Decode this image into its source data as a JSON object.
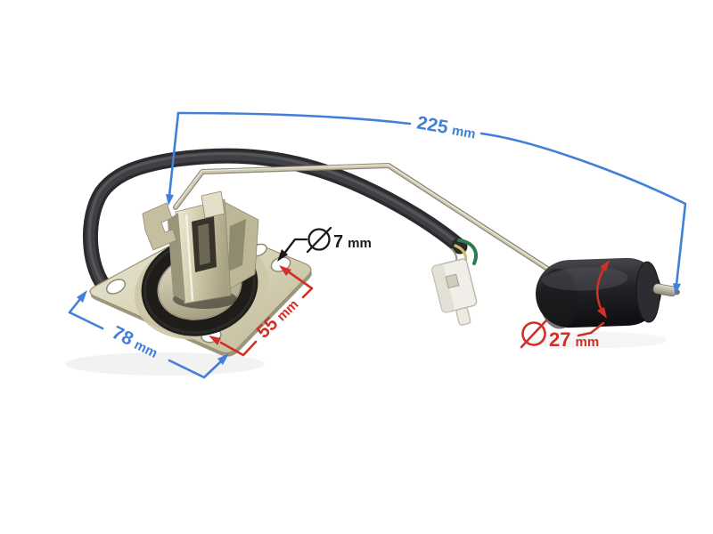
{
  "image": {
    "type": "product photo with dimension callouts",
    "subject": "fuel level sensor sender unit with float arm",
    "background_color": "#ffffff"
  },
  "colors": {
    "dimension_blue": "#4080d8",
    "dimension_red": "#d03126",
    "dimension_black": "#1a1a1a"
  },
  "annotations": {
    "arm_length": {
      "value": "225",
      "unit": "mm"
    },
    "mount_hole_diameter": {
      "has_diameter_symbol": true,
      "value": "7",
      "unit": "mm"
    },
    "hole_spacing": {
      "value": "55",
      "unit": "mm"
    },
    "plate_width": {
      "value": "78",
      "unit": "mm"
    },
    "float_diameter": {
      "has_diameter_symbol": true,
      "value": "27",
      "unit": "mm"
    }
  },
  "parts": [
    "mounting plate",
    "rubber gasket ring",
    "sensor bracket",
    "float arm rod",
    "float",
    "cable",
    "connector plug"
  ]
}
